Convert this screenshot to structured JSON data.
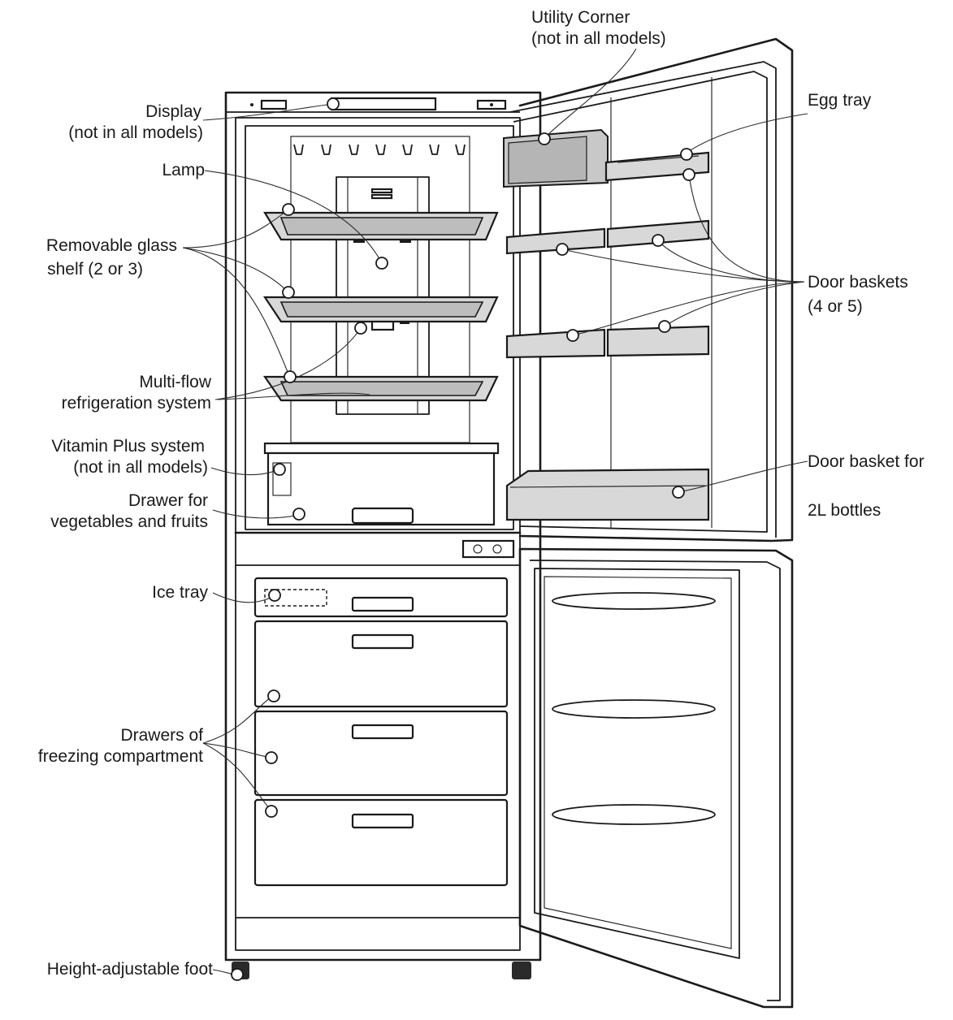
{
  "labels": {
    "utility_corner_1": "Utility Corner",
    "utility_corner_2": "(not in all models)",
    "display_1": "Display",
    "display_2": "(not in all models)",
    "egg_tray": "Egg tray",
    "lamp": "Lamp",
    "glass_shelf_1": "Removable glass",
    "glass_shelf_2": "shelf (2 or 3)",
    "door_baskets_1": "Door baskets",
    "door_baskets_2": "(4 or 5)",
    "multiflow_1": "Multi-flow",
    "multiflow_2": "refrigeration system",
    "vitamin_1": "Vitamin Plus system",
    "vitamin_2": "(not in all models)",
    "bottle_basket_1": "Door basket for",
    "bottle_basket_2": "2L bottles",
    "veg_drawer_1": "Drawer for",
    "veg_drawer_2": "vegetables and fruits",
    "ice_tray": "Ice tray",
    "freezer_drawers_1": "Drawers of",
    "freezer_drawers_2": "freezing compartment",
    "foot": "Height-adjustable foot"
  }
}
